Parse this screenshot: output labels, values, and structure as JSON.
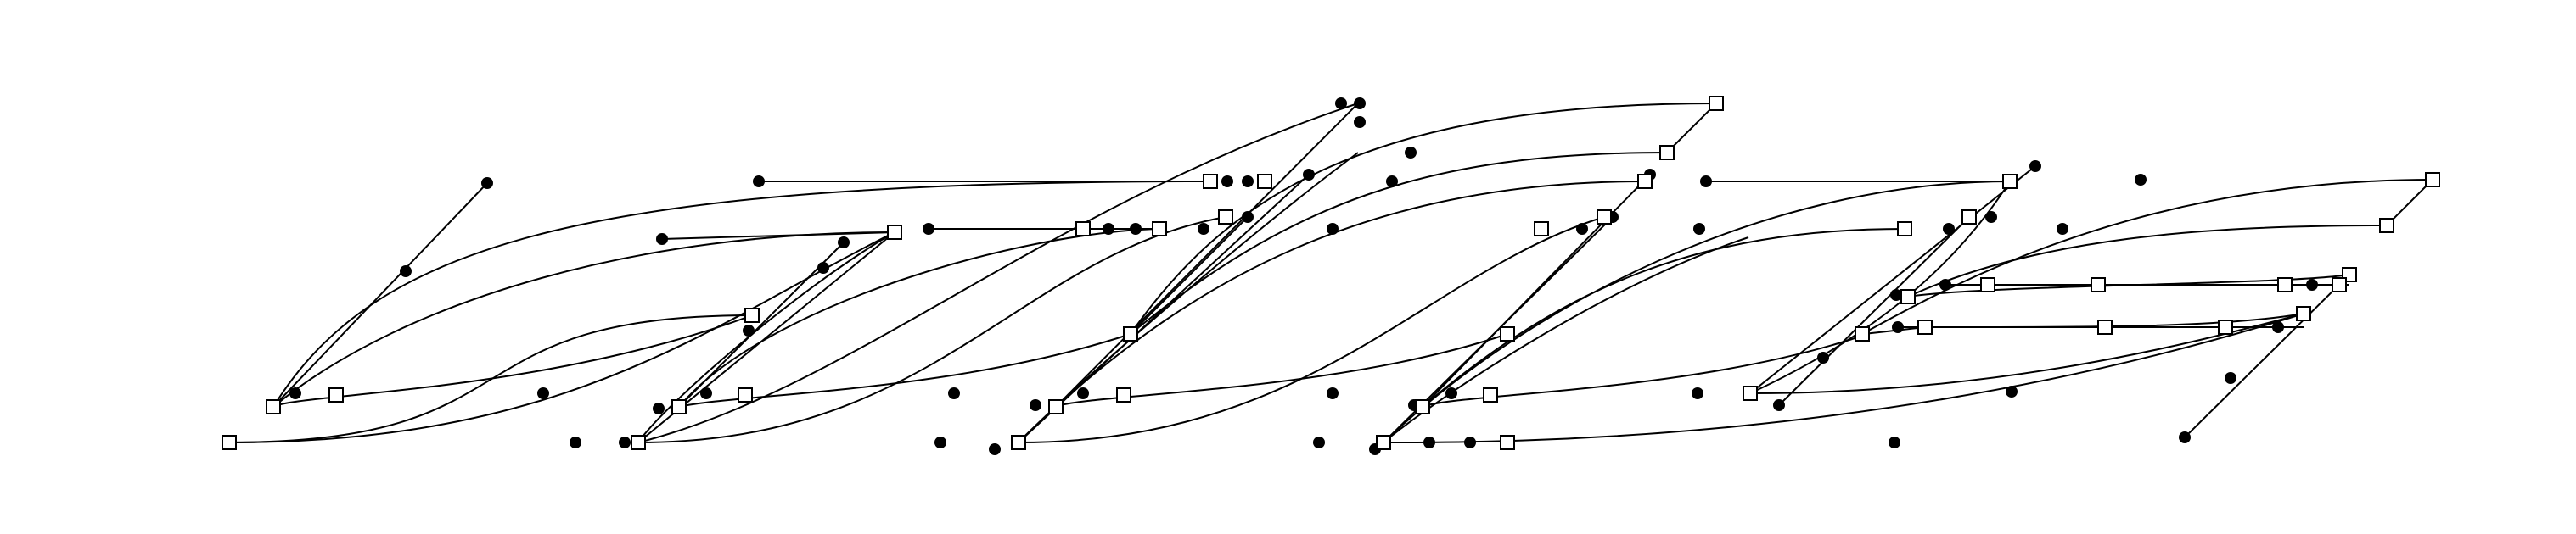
{
  "diagram": {
    "type": "bezier-path-editor",
    "colors": {
      "background": "#ffffff",
      "stroke": "#000000",
      "anchor_fill": "#ffffff",
      "handle_fill": "#000000"
    },
    "anchor_marker": "hollow-square",
    "handle_marker": "filled-circle"
  }
}
